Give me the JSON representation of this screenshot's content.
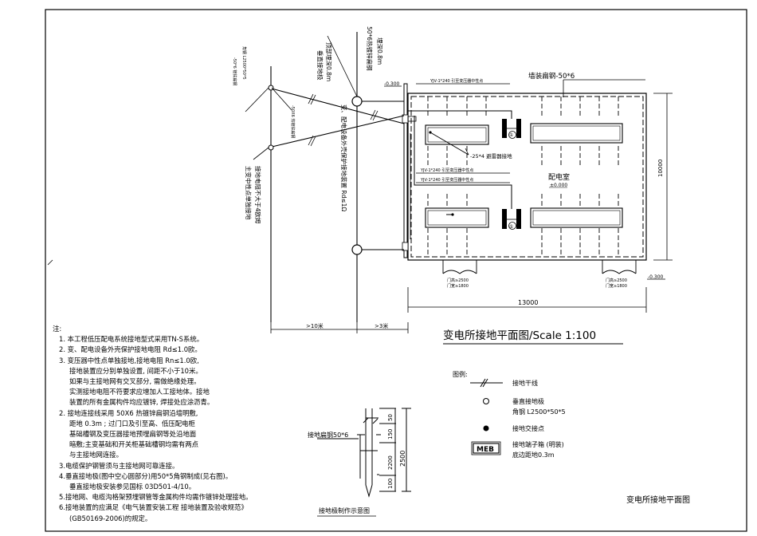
{
  "main_title": "变电所接地平面图/Scale 1:100",
  "corner_title": "变电所接地平面图",
  "room": {
    "name": "配电室",
    "elev": "±0.000"
  },
  "labels": {
    "wall_steel": "墙装扁钢-50*6",
    "cable_top": "YJV-1*240 引至变压器中性点",
    "cable_mid1": "YJV-1*240 引至变压器中性点",
    "cable_mid2": "YJV-1*240 引至变压器中性点",
    "arrester": "-25*4 避雷器接地",
    "elev_top": "-0.300",
    "elev_right": "-0.300",
    "door_left_h": "门高≥2500",
    "door_left_w": "门宽≥1800",
    "door_right_h": "门高≥2500",
    "door_right_w": "门宽≥1800",
    "width_dim": "13000",
    "height_dim": "10000",
    "dist1": ">10米",
    "dist2": ">3米",
    "transformer_mark1": "①",
    "transformer_mark2": "①"
  },
  "vertical_labels": {
    "v1": "埋深0.8m",
    "v2": "50*6热镀锌扁钢",
    "v3": "顶部埋深0.8m",
    "v4": "垂直接地极",
    "v5": "变、配电设备外壳保护接地装置 Rd≤1Ω",
    "v6": "接地电阻不大于4欧姆",
    "v7": "主变中性点单独接地",
    "v8": "角钢 L2500*50*5",
    "v9": "-50*6 镀锌扁钢",
    "v10": "-50X6 热镀锌扁钢"
  },
  "notes": {
    "title": "注:",
    "lines": [
      "1. 本工程低压配电系统接地型式采用TN-S系统。",
      "2. 变、配电设备外壳保护接地电阻 Rd≤1.0欧。",
      "3. 变压器中性点单独接地,接地电阻 Rn≤1.0欧,",
      "接地装置应分别单独设置, 间距不小于10米。",
      "如果与主接地网有交叉部分, 需做绝缘处理。",
      "实测接地电阻不符要求应增加人工接地体。接地",
      "装置的所有金属构件均应镀锌, 焊接处应涂沥青。",
      "2. 接地连接线采用 50X6 热镀锌扁钢沿墙明敷,",
      "距地 0.3m ; 过门口及引至高、低压配电柜",
      "基础槽钢及变压器接地预埋扁钢等处沿地面",
      "暗敷;主变基础和开关柜基础槽钢均需有两点",
      "与主接地网连接。",
      "3.电缆保护钢管须与主接地网可靠连接。",
      "4.垂直接地极(图中空心圆部分)用50*5角钢制成(见右图)。",
      "垂直接地极安装参见国标 03D501-4/10。",
      "5.接地网、电缆沟格架预埋钢管等金属构件均需作镀锌处理接地。",
      "6.接地装置的应满足《电气装置安装工程 接地装置及验收规范》",
      "(GB50169-2006)的规定。"
    ]
  },
  "electrode_detail": {
    "label": "接地扁钢50*6",
    "caption": "接地极制作示意图",
    "dim_total": "2500",
    "dim_150": "150",
    "dim_50": "50",
    "dim_2200": "2200",
    "dim_100": "100"
  },
  "legend": {
    "title": "图例:",
    "items": [
      {
        "text": "接地干线"
      },
      {
        "text": "垂直接地极"
      },
      {
        "text": "角钢 L2500*50*5"
      },
      {
        "text": "接地交接点"
      },
      {
        "text": "接地端子箱 (明装)"
      },
      {
        "text": "底边距地0.3m"
      }
    ],
    "meb": "MEB"
  }
}
